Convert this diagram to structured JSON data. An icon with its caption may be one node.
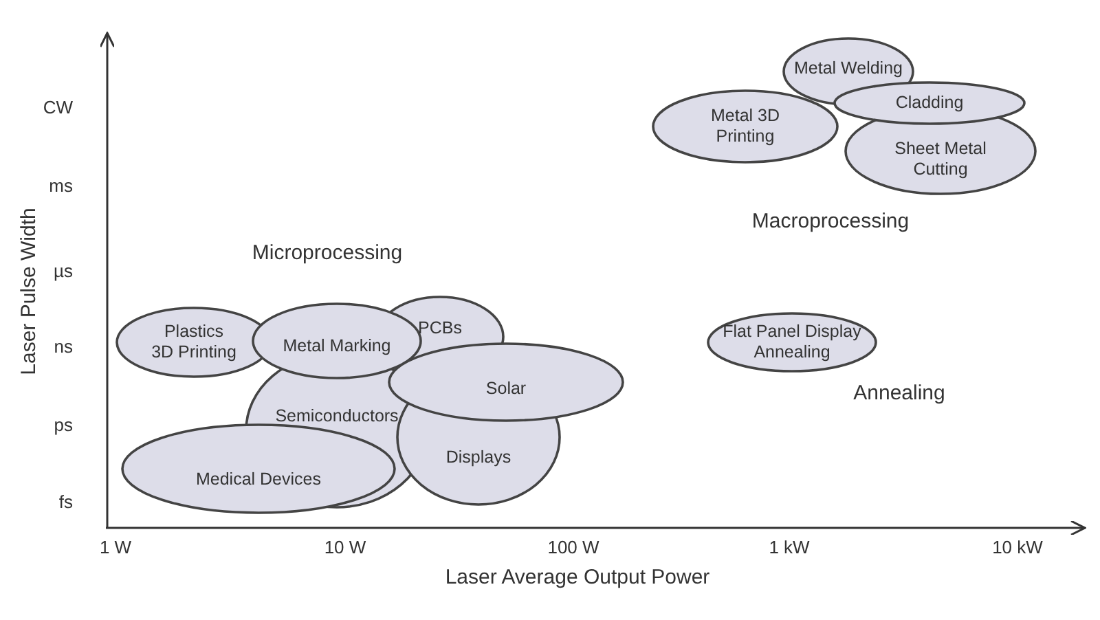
{
  "diagram": {
    "nodes": [
      {
        "text": [
          "Metal Welding"
        ]
      },
      {
        "text": [
          "Cladding"
        ]
      },
      {
        "text": [
          "Metal 3D Printing"
        ]
      },
      {
        "text": [
          "Sheet Metal Cutting"
        ]
      },
      {
        "text": [
          "Flat Panel Display Annealing"
        ]
      },
      {
        "text": [
          "Plastics 3D Printing"
        ]
      },
      {
        "text": [
          "Metal Marking"
        ]
      },
      {
        "text": [
          "PCBs"
        ]
      },
      {
        "text": [
          "Solar"
        ]
      },
      {
        "text": [
          "Semiconductors"
        ]
      },
      {
        "text": [
          "Displays"
        ]
      },
      {
        "text": [
          "Medical Devices"
        ]
      }
    ],
    "edges": [],
    "labels": [
      "CW",
      "ms",
      "Macroprocessing",
      "Microprocessing",
      "µs",
      "ns",
      "Annealing",
      "ps",
      "fs",
      "1 W",
      "10 W",
      "100 W",
      "1 kW",
      "10 kW",
      "Laser Pulse Width",
      "Laser Average Output Power"
    ]
  }
}
